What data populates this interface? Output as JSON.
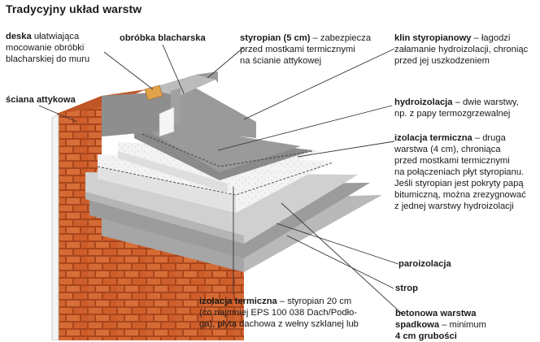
{
  "title": "Tradycyjny układ warstw",
  "labels": {
    "deska": {
      "term": "deska",
      "l1": " ułatwiająca",
      "l2": "mocowanie obróbki",
      "l3": "blacharskiej do muru"
    },
    "obrobka": {
      "term": "obróbka blacharska"
    },
    "styropian": {
      "term": "styropian (5 cm)",
      "l1": " – zabezpiecza",
      "l2": "przed mostkami termicznymi",
      "l3": "na ścianie attykowej"
    },
    "klin": {
      "term": "klin styropianowy",
      "l1": " – łagodzi",
      "l2": "załamanie hydroizolacji, chroniąc",
      "l3": "przed jej uszkodzeniem"
    },
    "sciana": {
      "term": "ściana attykowa"
    },
    "hydro": {
      "term": "hydroizolacja",
      "l1": " – dwie warstwy,",
      "l2": "np. z papy termozgrzewalnej"
    },
    "izolacja_druga": {
      "term": "izolacja termiczna",
      "l1": " – druga",
      "l2": "warstwa (4 cm), chroniąca",
      "l3": "przed mostkami termicznymi",
      "l4": "na połączeniach płyt styropianu.",
      "l5": "Jeśli styropian jest pokryty papą",
      "l6": "bitumiczną, można zrezygnować",
      "l7": "z jednej warstwy hydroizolacji"
    },
    "paroizolacja": {
      "term": "paroizolacja"
    },
    "strop": {
      "term": "strop"
    },
    "izolacja_main": {
      "term": "izolacja termiczna",
      "l1": " – styropian 20 cm",
      "l2": "(co najmniej EPS 100 038 Dach/Podło-",
      "l3": "ga), płyta dachowa z wełny szklanej lub"
    },
    "beton": {
      "term1": "betonowa warstwa",
      "term2": "spadkowa",
      "l1": " – minimum",
      "l2": "4 cm grubości"
    }
  },
  "colors": {
    "brick": "#d2602a",
    "brick_dark": "#a8461c",
    "concrete": "#c4c4c4",
    "styrofoam": "#efefef",
    "membrane": "#8a8a8a",
    "membrane_dark": "#6a6a6a",
    "flashing": "#a8a8a8",
    "wood": "#e0a24a"
  }
}
